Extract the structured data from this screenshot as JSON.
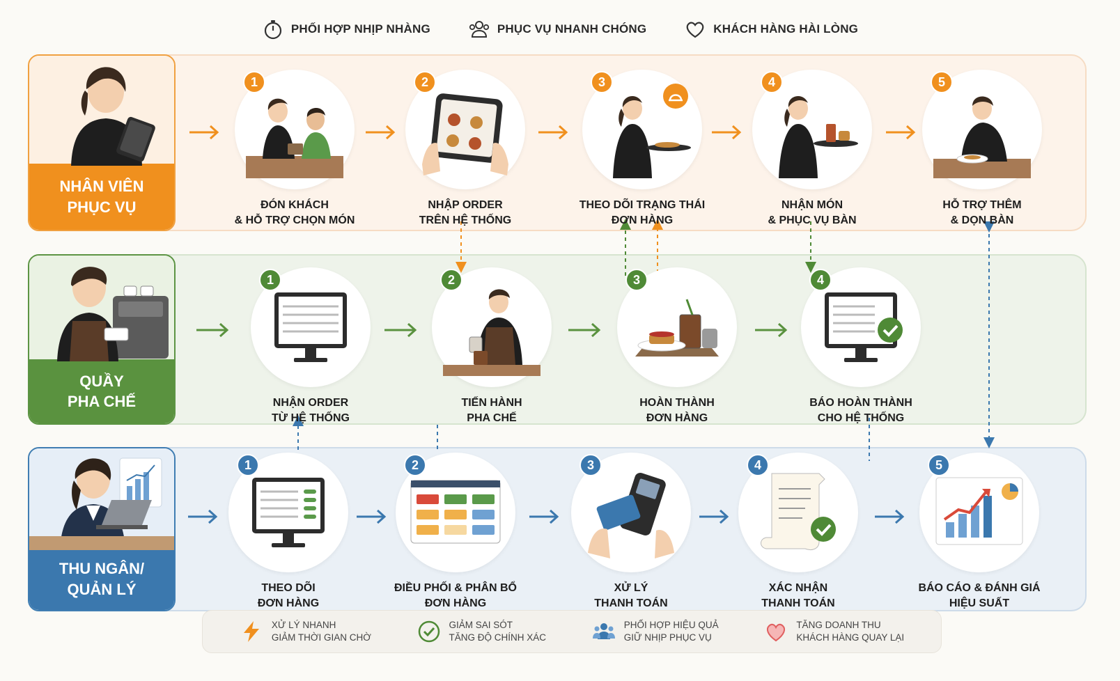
{
  "top_benefits": [
    {
      "icon": "stopwatch-icon",
      "label": "PHỐI HỢP NHỊP NHÀNG"
    },
    {
      "icon": "team-icon",
      "label": "PHỤC VỤ NHANH CHÓNG"
    },
    {
      "icon": "heart-icon",
      "label": "KHÁCH HÀNG HÀI LÒNG"
    }
  ],
  "lanes": {
    "service": {
      "role": "NHÂN VIÊN\nPHỤC VỤ",
      "color": "#f0901e",
      "steps": [
        {
          "n": "1",
          "caption": "ĐÓN KHÁCH\n& HỖ TRỢ CHỌN MÓN"
        },
        {
          "n": "2",
          "caption": "NHẬP ORDER\nTRÊN HỆ THỐNG"
        },
        {
          "n": "3",
          "caption": "THEO DÕI TRẠNG THÁI\nĐƠN HÀNG"
        },
        {
          "n": "4",
          "caption": "NHẬN MÓN\n& PHỤC VỤ BÀN"
        },
        {
          "n": "5",
          "caption": "HỖ TRỢ THÊM\n& DỌN BÀN"
        }
      ]
    },
    "bar": {
      "role": "QUẦY\nPHA CHẾ",
      "color": "#5a923f",
      "steps": [
        {
          "n": "1",
          "caption": "NHẬN ORDER\nTỪ HỆ THỐNG"
        },
        {
          "n": "2",
          "caption": "TIẾN HÀNH\nPHA CHẾ"
        },
        {
          "n": "3",
          "caption": "HOÀN THÀNH\nĐƠN HÀNG"
        },
        {
          "n": "4",
          "caption": "BÁO HOÀN THÀNH\nCHO HỆ THỐNG"
        }
      ]
    },
    "cashier": {
      "role": "THU NGÂN/\nQUẢN LÝ",
      "color": "#3b78ae",
      "steps": [
        {
          "n": "1",
          "caption": "THEO DÕI\nĐƠN HÀNG"
        },
        {
          "n": "2",
          "caption": "ĐIỀU PHỐI & PHÂN BỔ\nĐƠN HÀNG"
        },
        {
          "n": "3",
          "caption": "XỬ LÝ\nTHANH TOÁN"
        },
        {
          "n": "4",
          "caption": "XÁC NHẬN\nTHANH TOÁN"
        },
        {
          "n": "5",
          "caption": "BÁO CÁO & ĐÁNH GIÁ\nHIỆU SUẤT"
        }
      ]
    }
  },
  "bottom_benefits": [
    {
      "icon": "lightning-icon",
      "line1": "XỬ LÝ NHANH",
      "line2": "GIẢM THỜI GIAN CHỜ"
    },
    {
      "icon": "check-circle-icon",
      "line1": "GIẢM SAI SÓT",
      "line2": "TĂNG ĐỘ CHÍNH XÁC"
    },
    {
      "icon": "people-icon",
      "line1": "PHỐI HỢP HIỆU QUẢ",
      "line2": "GIỮ NHỊP PHỤC VỤ"
    },
    {
      "icon": "heart-icon",
      "line1": "TĂNG DOANH THU",
      "line2": "KHÁCH HÀNG QUAY LẠI"
    }
  ]
}
